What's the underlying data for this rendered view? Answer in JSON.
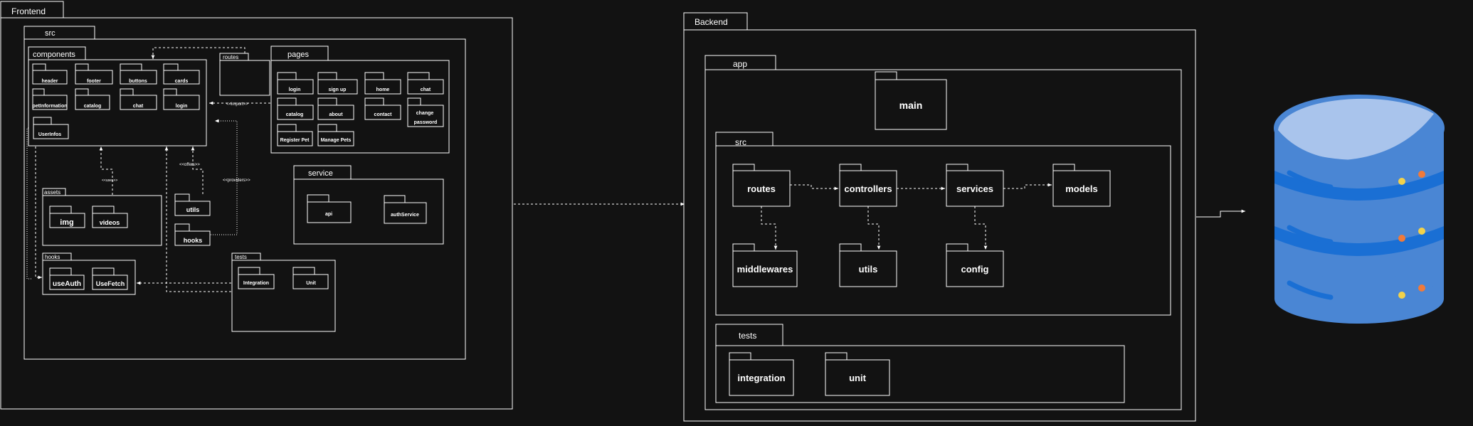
{
  "frontend": {
    "title": "Frontend",
    "src": {
      "title": "src",
      "components": {
        "title": "components",
        "items": [
          "header",
          "footer",
          "buttons",
          "cards",
          "petInformation",
          "catalog",
          "chat",
          "login",
          "UserInfos"
        ]
      },
      "routes": {
        "title": "routes"
      },
      "pages": {
        "title": "pages",
        "items": [
          "login",
          "sign up",
          "home",
          "chat",
          "catalog",
          "about",
          "contact",
          "change password",
          "Register Pet",
          "Manage Pets"
        ]
      },
      "service": {
        "title": "service",
        "items": [
          "api",
          "authService"
        ]
      },
      "assets": {
        "title": "assets",
        "items": [
          "img",
          "videos"
        ]
      },
      "hooks_group": {
        "title": "hooks",
        "items": [
          "useAuth",
          "UseFetch"
        ]
      },
      "tests": {
        "title": "tests",
        "items": [
          "Integration",
          "Unit"
        ]
      },
      "utils": "utils",
      "hooks": "hooks",
      "edge_labels": {
        "uses": "<<uses>>",
        "import": "<<import>>",
        "offers": "<<offers>>",
        "providers": "<<providers>>"
      }
    }
  },
  "backend": {
    "title": "Backend",
    "app": {
      "title": "app",
      "main": "main",
      "src": {
        "title": "src",
        "items": [
          "routes",
          "controllers",
          "services",
          "models",
          "middlewares",
          "utils",
          "config"
        ]
      },
      "tests": {
        "title": "tests",
        "items": [
          "integration",
          "unit"
        ]
      }
    }
  },
  "database": {
    "icon": "database-icon",
    "colors": {
      "body": "#4a86d4",
      "top": "#a9c4ec",
      "band": "#1a6fd4",
      "dot_yellow": "#f2d24b",
      "dot_orange": "#f07a3a"
    }
  }
}
